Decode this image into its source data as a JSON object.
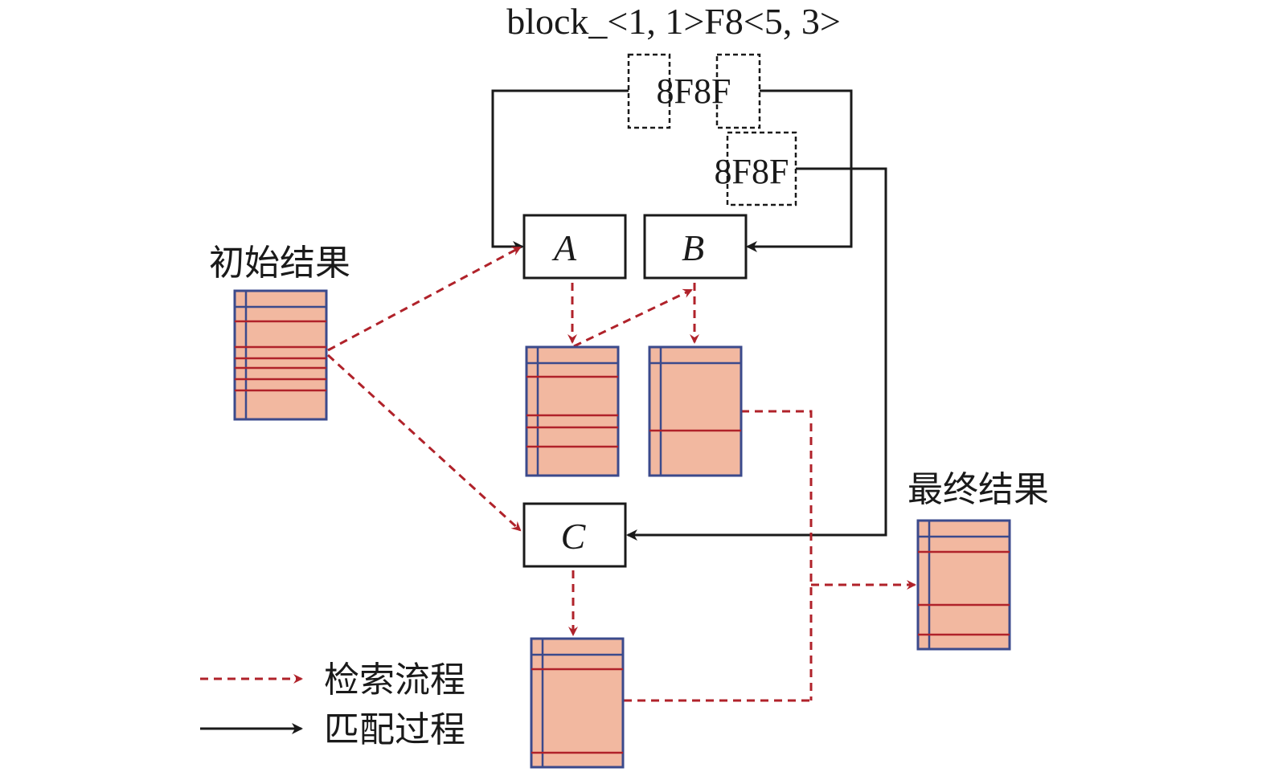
{
  "title": "block_<1, 1>F8<5, 3>",
  "patterns": {
    "top": "8F8F",
    "middle": "8F8F"
  },
  "nodes": {
    "a": "A",
    "b": "B",
    "c": "C"
  },
  "labels": {
    "initial_result": "初始结果",
    "final_result": "最终结果"
  },
  "legend": {
    "retrieval_flow": "检索流程",
    "matching_process": "匹配过程"
  },
  "colors": {
    "retrieval_arrow": "#b0222a",
    "matching_arrow": "#1a1a1a",
    "result_fill": "#f2b8a0",
    "result_border": "#3b4a8c",
    "row_highlight": "#b0222a"
  }
}
